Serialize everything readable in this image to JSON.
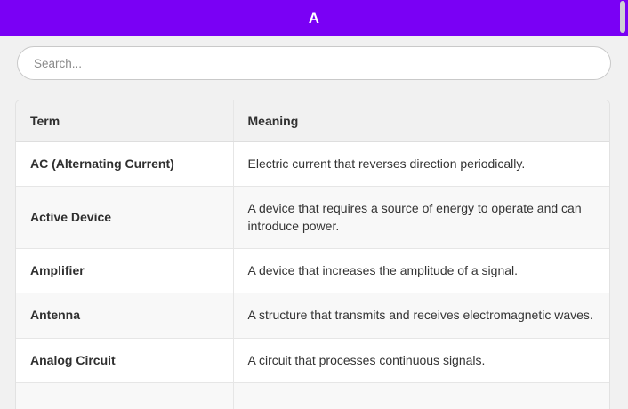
{
  "header": {
    "title": "A"
  },
  "colors": {
    "accent": "#7a00f5",
    "page_background": "#f1f1f1",
    "table_header_background": "#f1f1f1",
    "row_stripe": "#f8f8f8",
    "text": "#333333",
    "border": "#e6e6e6"
  },
  "search": {
    "placeholder": "Search...",
    "value": ""
  },
  "table": {
    "columns": [
      "Term",
      "Meaning"
    ],
    "rows": [
      {
        "term": "AC (Alternating Current)",
        "meaning": "Electric current that reverses direction periodically."
      },
      {
        "term": "Active Device",
        "meaning": "A device that requires a source of energy to operate and can introduce power."
      },
      {
        "term": "Amplifier",
        "meaning": "A device that increases the amplitude of a signal."
      },
      {
        "term": "Antenna",
        "meaning": "A structure that transmits and receives electromagnetic waves."
      },
      {
        "term": "Analog Circuit",
        "meaning": "A circuit that processes continuous signals."
      },
      {
        "term": "",
        "meaning": ""
      }
    ]
  }
}
